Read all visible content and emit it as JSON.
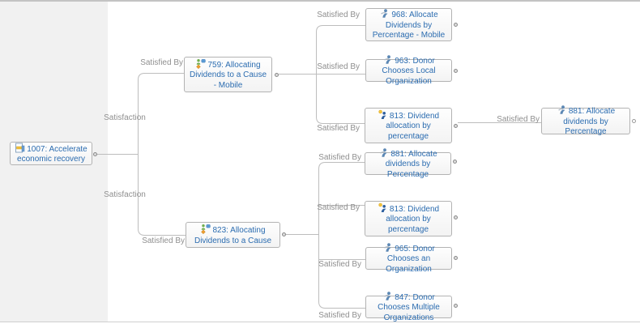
{
  "edge_labels": {
    "satisfaction": "Satisfaction",
    "satisfied_by": "Satisfied By"
  },
  "nodes": [
    {
      "id": "1007",
      "label": "1007: Accelerate economic recovery",
      "icon": "document-icon"
    },
    {
      "id": "759",
      "label": "759: Allocating Dividends to a Cause - Mobile",
      "icon": "feature-icon"
    },
    {
      "id": "823",
      "label": "823: Allocating Dividends to a Cause",
      "icon": "feature-icon"
    },
    {
      "id": "968",
      "label": "968: Allocate Dividends by Percentage - Mobile",
      "icon": "use-case-icon"
    },
    {
      "id": "963",
      "label": "963: Donor Chooses Local Organization",
      "icon": "use-case-icon"
    },
    {
      "id": "813",
      "label": "813: Dividend allocation by percentage",
      "icon": "requirement-icon"
    },
    {
      "id": "881",
      "label": "881: Allocate dividends by Percentage",
      "icon": "use-case-icon"
    },
    {
      "id": "813",
      "label": "813: Dividend allocation by percentage",
      "icon": "requirement-icon"
    },
    {
      "id": "965",
      "label": "965: Donor Chooses an Organization",
      "icon": "use-case-icon"
    },
    {
      "id": "847",
      "label": "847: Donor Chooses Multiple Organizations",
      "icon": "use-case-icon"
    },
    {
      "id": "881",
      "label": "881: Allocate dividends by Percentage",
      "icon": "use-case-icon"
    }
  ],
  "colors": {
    "node_text": "#2b6cb0",
    "node_border": "#b3b3b3",
    "edge_line": "#bdbdbd",
    "edge_label_text": "#8f8f8f",
    "sidebar_bg": "#f1f1f1"
  }
}
